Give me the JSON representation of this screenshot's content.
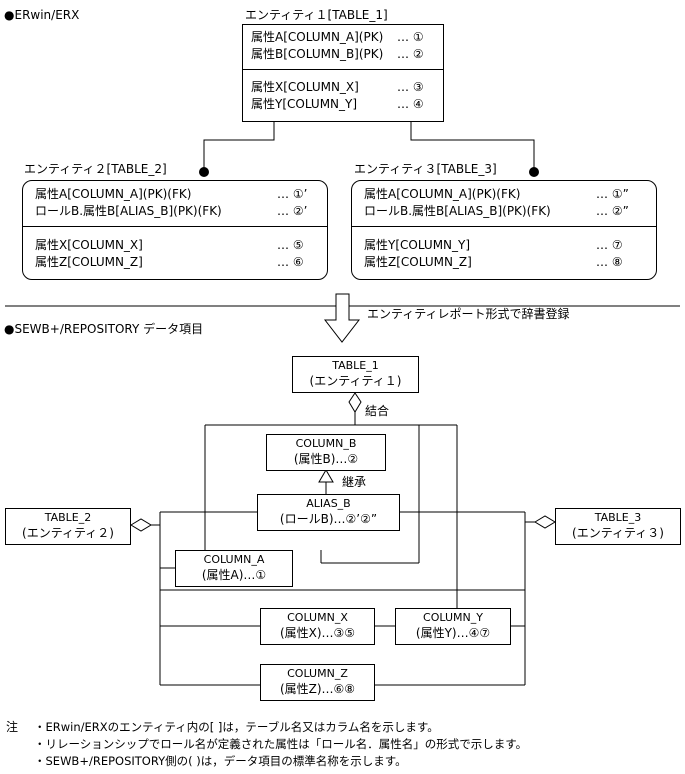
{
  "section1": {
    "label": "ERwin/ERX"
  },
  "top_entity": {
    "title": "エンティティ１[TABLE_1]",
    "key_rows": [
      {
        "text": "属性A[COLUMN_A](PK)",
        "ref": "… ①"
      },
      {
        "text": "属性B[COLUMN_B](PK)",
        "ref": "… ②"
      }
    ],
    "attr_rows": [
      {
        "text": "属性X[COLUMN_X]",
        "ref": "… ③"
      },
      {
        "text": "属性Y[COLUMN_Y]",
        "ref": "… ④"
      }
    ]
  },
  "entity2": {
    "title": "エンティティ２[TABLE_2]",
    "key_rows": [
      {
        "text": "属性A[COLUMN_A](PK)(FK)",
        "ref": "… ①’"
      },
      {
        "text": "ロールB.属性B[ALIAS_B](PK)(FK)",
        "ref": "… ②’"
      }
    ],
    "attr_rows": [
      {
        "text": "属性X[COLUMN_X]",
        "ref": "… ⑤"
      },
      {
        "text": "属性Z[COLUMN_Z]",
        "ref": "… ⑥"
      }
    ]
  },
  "entity3": {
    "title": "エンティティ３[TABLE_3]",
    "key_rows": [
      {
        "text": "属性A[COLUMN_A](PK)(FK)",
        "ref": "… ①”"
      },
      {
        "text": "ロールB.属性B[ALIAS_B](PK)(FK)",
        "ref": "… ②”"
      }
    ],
    "attr_rows": [
      {
        "text": "属性Y[COLUMN_Y]",
        "ref": "… ⑦"
      },
      {
        "text": "属性Z[COLUMN_Z]",
        "ref": "… ⑧"
      }
    ]
  },
  "arrow_label": "エンティティレポート形式で辞書登録",
  "section2": {
    "label": "SEWB+/REPOSITORY データ項目"
  },
  "repo": {
    "table1": {
      "name": "TABLE_1",
      "sub": "(エンティティ１)"
    },
    "table2": {
      "name": "TABLE_2",
      "sub": "(エンティティ２)"
    },
    "table3": {
      "name": "TABLE_3",
      "sub": "(エンティティ３)"
    },
    "column_b": {
      "name": "COLUMN_B",
      "sub": "(属性B)…②"
    },
    "alias_b": {
      "name": "ALIAS_B",
      "sub": "(ロールB)…②’②”"
    },
    "column_a": {
      "name": "COLUMN_A",
      "sub": "(属性A)…①"
    },
    "column_x": {
      "name": "COLUMN_X",
      "sub": "(属性X)…③⑤"
    },
    "column_y": {
      "name": "COLUMN_Y",
      "sub": "(属性Y)…④⑦"
    },
    "column_z": {
      "name": "COLUMN_Z",
      "sub": "(属性Z)…⑥⑧"
    },
    "label_join": "結合",
    "label_inherit": "継承"
  },
  "notes": {
    "prefix": "注",
    "items": [
      "・ERwin/ERXのエンティティ内の[ ]は，テーブル名又はカラム名を示します。",
      "・リレーションシップでロール名が定義された属性は「ロール名．属性名」の形式で示します。",
      "・SEWB+/REPOSITORY側の( )は，データ項目の標準名称を示します。"
    ]
  }
}
